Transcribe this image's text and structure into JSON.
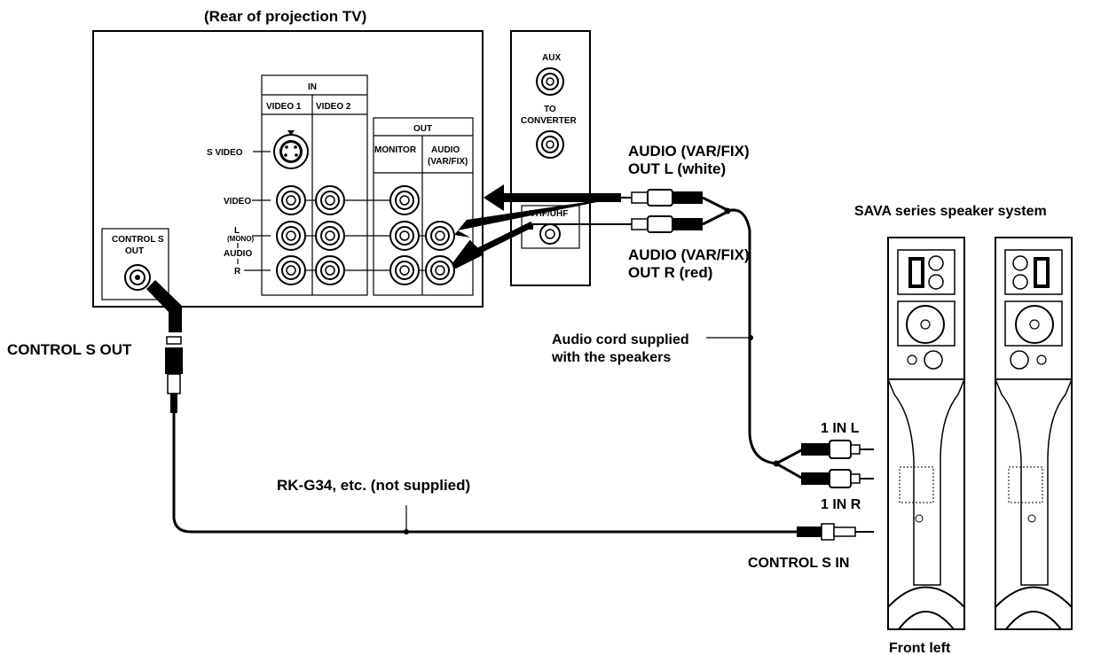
{
  "tv": {
    "caption": "(Rear of projection TV)",
    "in_header": "IN",
    "video1": "VIDEO 1",
    "video2": "VIDEO 2",
    "out_header": "OUT",
    "monitor": "MONITOR",
    "audio_var_fix_1": "AUDIO",
    "audio_var_fix_2": "(VAR/FIX)",
    "s_video": "S VIDEO",
    "video": "VIDEO",
    "l": "L",
    "mono": "(MONO)",
    "audio": "AUDIO",
    "r": "R",
    "control_s_box_1": "CONTROL S",
    "control_s_box_2": "OUT"
  },
  "side_panel": {
    "aux": "AUX",
    "to": "TO",
    "converter": "CONVERTER",
    "vhf_uhf": "VHF/UHF"
  },
  "labels": {
    "audio_out_l_1": "AUDIO (VAR/FIX)",
    "audio_out_l_2": "OUT L (white)",
    "audio_out_r_1": "AUDIO (VAR/FIX)",
    "audio_out_r_2": "OUT R (red)",
    "speaker_system": "SAVA series speaker system",
    "audio_cord_1": "Audio cord supplied",
    "audio_cord_2": "with the speakers",
    "control_s_out": "CONTROL S OUT",
    "rk_g34": "RK-G34, etc. (not supplied)",
    "in_l": "1 IN L",
    "in_r": "1 IN R",
    "control_s_in": "CONTROL S IN",
    "front_left": "Front left"
  }
}
